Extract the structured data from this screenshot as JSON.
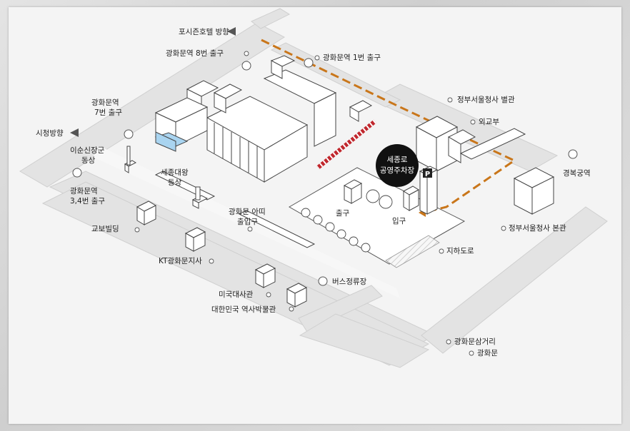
{
  "map": {
    "colors": {
      "road": "#e2e2e2",
      "road_edge": "#c9c9c9",
      "building": "#ffffff",
      "building_edge": "#555555",
      "highlight_building": "#a9d4f0",
      "walk_route": "#c9761a",
      "drive_route": "#c0272d",
      "parking_badge": "#111111"
    },
    "parking_badge": {
      "line1": "세종로",
      "line2": "공영주차장"
    },
    "parking_sign": "P",
    "labels": {
      "four_seasons": "포시즌호텔 방향",
      "gwanghwamun_exit8": "광화문역 8번 출구",
      "gwanghwamun_exit1": "광화문역 1번 출구",
      "gwanghwamun_exit7_line1": "광화문역",
      "gwanghwamun_exit7_line2": "7번 출구",
      "city_hall": "시청방향",
      "yi_sun_sin_line1": "이순신장군",
      "yi_sun_sin_line2": "동상",
      "sejong_line1": "세종대왕",
      "sejong_line2": "동상",
      "gwanghwamun_exit34_line1": "광화문역",
      "gwanghwamun_exit34_line2": "3,4번 출구",
      "kyobo": "교보빌딩",
      "kt": "KT광화문지사",
      "agora_line1": "광화문 아띠",
      "agora_line2": "출입구",
      "exit": "출구",
      "entrance": "입구",
      "gov_annex": "정부서울청사 별관",
      "mofa": "외교부",
      "gyeongbokgung": "경복궁역",
      "gov_main": "정부서울청사 본관",
      "underpass": "지하도로",
      "bus_stop": "버스정류장",
      "us_embassy": "미국대사관",
      "history_museum": "대한민국 역사박물관",
      "gwanghwamun_intersection": "광화문삼거리",
      "gwanghwamun_gate": "광화문"
    }
  }
}
